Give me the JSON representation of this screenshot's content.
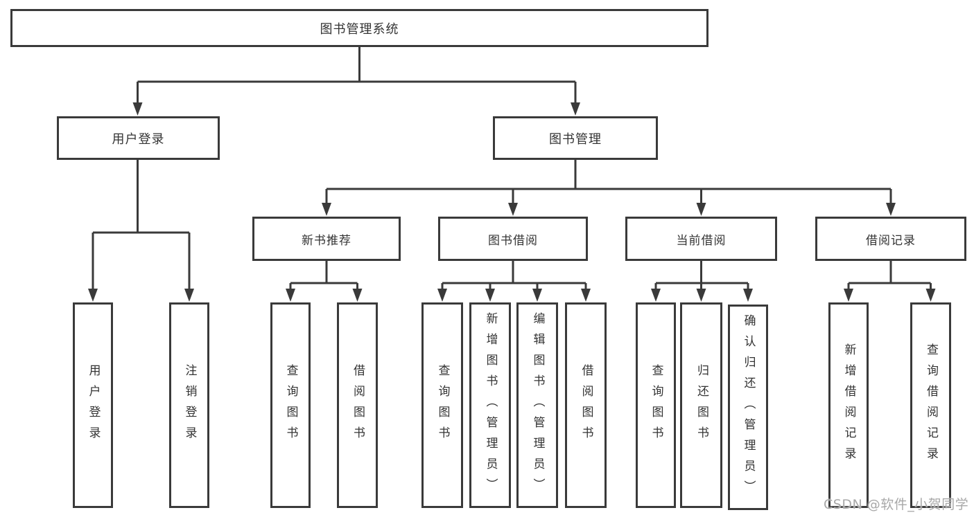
{
  "diagram_title": "图书管理系统",
  "tree": {
    "root": {
      "label": "图书管理系统"
    },
    "branches": [
      {
        "label": "用户登录",
        "children": [
          {
            "label": "用户登录"
          },
          {
            "label": "注销登录"
          }
        ]
      },
      {
        "label": "图书管理",
        "children": [
          {
            "label": "新书推荐",
            "children": [
              {
                "label": "查询图书"
              },
              {
                "label": "借阅图书"
              }
            ]
          },
          {
            "label": "图书借阅",
            "children": [
              {
                "label": "查询图书"
              },
              {
                "label": "新增图书（管理员）"
              },
              {
                "label": "编辑图书（管理员）"
              },
              {
                "label": "借阅图书"
              }
            ]
          },
          {
            "label": "当前借阅",
            "children": [
              {
                "label": "查询图书"
              },
              {
                "label": "归还图书"
              },
              {
                "label": "确认归还（管理员）"
              }
            ]
          },
          {
            "label": "借阅记录",
            "children": [
              {
                "label": "新增借阅记录"
              },
              {
                "label": "查询借阅记录"
              }
            ]
          }
        ]
      }
    ]
  },
  "watermark": {
    "text": "CSDN @软件_小贺同学"
  },
  "colors": {
    "line": "#3a3a3a",
    "text": "#333333",
    "watermark": "#a8a8a8",
    "background": "#ffffff"
  }
}
